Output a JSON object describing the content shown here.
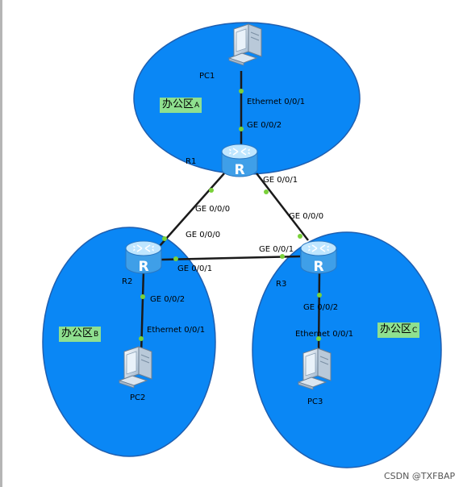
{
  "colors": {
    "zone_fill": "#0a87f5",
    "zone_stroke": "#1f5fb0",
    "link": "#1a1a1a",
    "port_dot": "#7ad13a",
    "zone_label_bg": "#8fe08f",
    "router_body": "#63b4f2"
  },
  "zones": [
    {
      "id": "A",
      "main": "办公区",
      "letter": "A"
    },
    {
      "id": "B",
      "main": "办公区",
      "letter": "B"
    },
    {
      "id": "C",
      "main": "办公区",
      "letter": "C"
    }
  ],
  "devices": {
    "pc1": "PC1",
    "pc2": "PC2",
    "pc3": "PC3",
    "r1": "R1",
    "r2": "R2",
    "r3": "R3",
    "router_glyph": "R"
  },
  "ports": {
    "pc1_eth": "Ethernet 0/0/1",
    "r1_ge002": "GE 0/0/2",
    "r1_ge001": "GE 0/0/1",
    "r1_ge000": "GE 0/0/0",
    "r3_ge000": "GE 0/0/0",
    "r2_ge000": "GE 0/0/0",
    "r2_ge001": "GE 0/0/1",
    "r3_ge001": "GE 0/0/1",
    "r2_ge002": "GE 0/0/2",
    "pc2_eth": "Ethernet 0/0/1",
    "r3_ge002": "GE 0/0/2",
    "pc3_eth": "Ethernet 0/0/1"
  },
  "watermark": "CSDN @TXFBAP"
}
